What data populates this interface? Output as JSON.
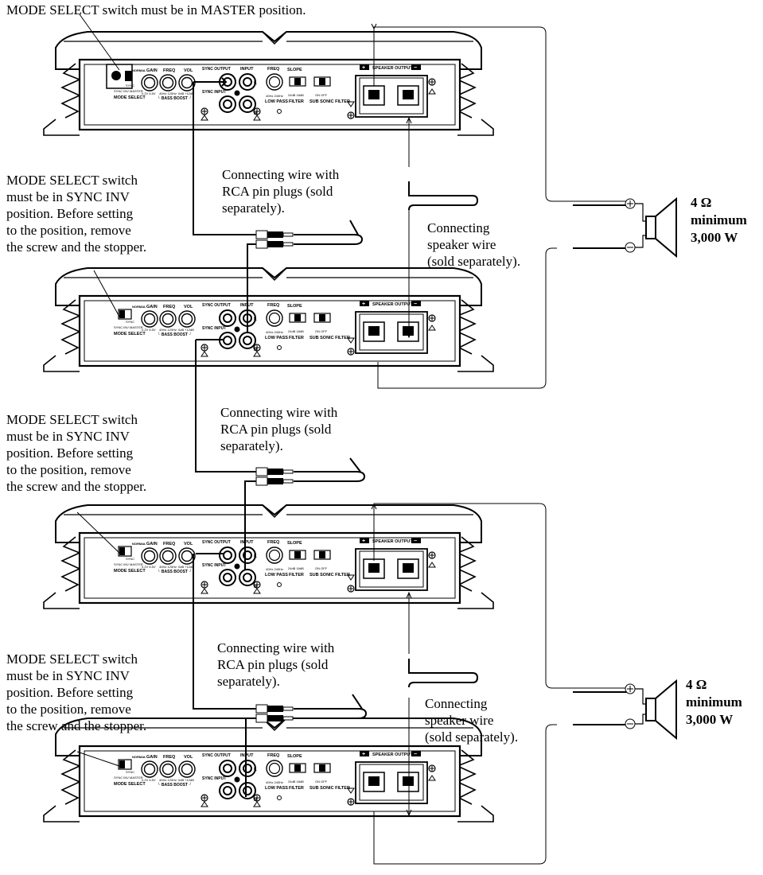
{
  "top_note": "MODE SELECT switch must be in MASTER position.",
  "slave_note": {
    "lines": [
      "MODE SELECT switch",
      "must be in SYNC INV",
      "position. Before setting",
      "to the position, remove",
      "the screw and the stopper."
    ]
  },
  "rca_wire": {
    "lines": [
      "Connecting wire with",
      "RCA pin plugs (sold",
      "separately)."
    ]
  },
  "speaker_wire": {
    "lines": [
      "Connecting",
      "speaker wire",
      "(sold separately)."
    ]
  },
  "speaker_spec": {
    "lines": [
      "4 Ω",
      "minimum",
      "3,000 W"
    ]
  },
  "panel": {
    "normal": "NORMAL",
    "sync_small": "SYNC",
    "mode_row": "SYNC INV  MASTER",
    "mode_select": "MODE  SELECT",
    "gain": "GAIN",
    "gain_range": "0.2V  6.5V",
    "freq": "FREQ",
    "freq_range": "40Hz  120Hz",
    "vol": "VOL",
    "vol_range": "0dB  +12dB",
    "bass_boost": "└ BASS  BOOST ┘",
    "sync_output": "SYNC OUTPUT",
    "sync_input": "SYNC INPUT",
    "input": "INPUT",
    "l": "L",
    "r": "R",
    "lp_range": "40Hz  240Hz",
    "low_pass": "LOW PASS",
    "slope": "SLOPE",
    "slope_range": "24dB  18dB",
    "filter": "FILTER",
    "subsonic_range": "ON  OFF",
    "sub_sonic": "SUB  SONIC  FILTER",
    "speaker_output": "SPEAKER  OUTPUT",
    "plus": "+",
    "minus": "−"
  }
}
